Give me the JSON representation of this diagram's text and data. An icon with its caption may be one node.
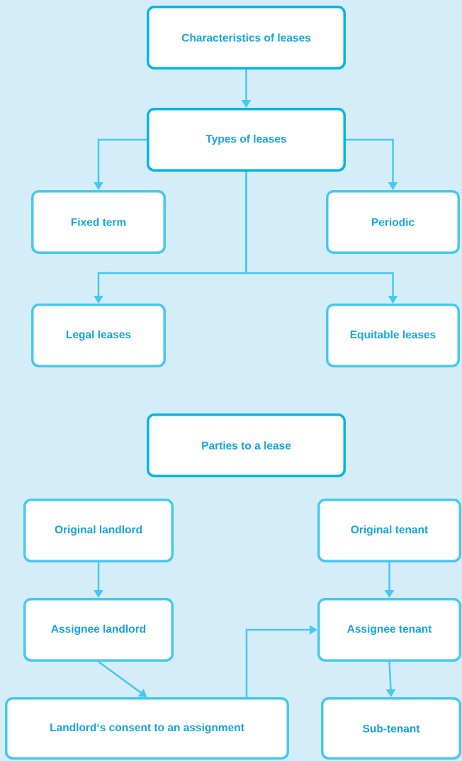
{
  "diagram": {
    "nodes": [
      {
        "text": [
          "Characteristics of leases"
        ]
      },
      {
        "text": [
          "Types of leases"
        ]
      },
      {
        "text": [
          "Fixed term"
        ]
      },
      {
        "text": [
          "Periodic"
        ]
      },
      {
        "text": [
          "Legal leases"
        ]
      },
      {
        "text": [
          "Equitable leases"
        ]
      },
      {
        "text": [
          "Parties to a lease"
        ]
      },
      {
        "text": [
          "Original landlord"
        ]
      },
      {
        "text": [
          "Original tenant"
        ]
      },
      {
        "text": [
          "Assignee landlord"
        ]
      },
      {
        "text": [
          "Assignee tenant"
        ]
      },
      {
        "text": [
          "Landlord‘s consent to an assignment"
        ]
      },
      {
        "text": [
          "Sub-tenant"
        ]
      }
    ],
    "edges": [
      {
        "from": 0,
        "to": 1,
        "arrow": "to"
      },
      {
        "from": 1,
        "to": 2,
        "arrow": "to"
      },
      {
        "from": 1,
        "to": 3,
        "arrow": "to"
      },
      {
        "from": 1,
        "to": 4,
        "arrow": "to"
      },
      {
        "from": 1,
        "to": 5,
        "arrow": "to"
      },
      {
        "from": 7,
        "to": 9,
        "arrow": "to"
      },
      {
        "from": 9,
        "to": 11,
        "arrow": "to"
      },
      {
        "from": 11,
        "to": 10,
        "arrow": "to"
      },
      {
        "from": 8,
        "to": 10,
        "arrow": "to"
      },
      {
        "from": 10,
        "to": 12,
        "arrow": "to"
      }
    ]
  }
}
